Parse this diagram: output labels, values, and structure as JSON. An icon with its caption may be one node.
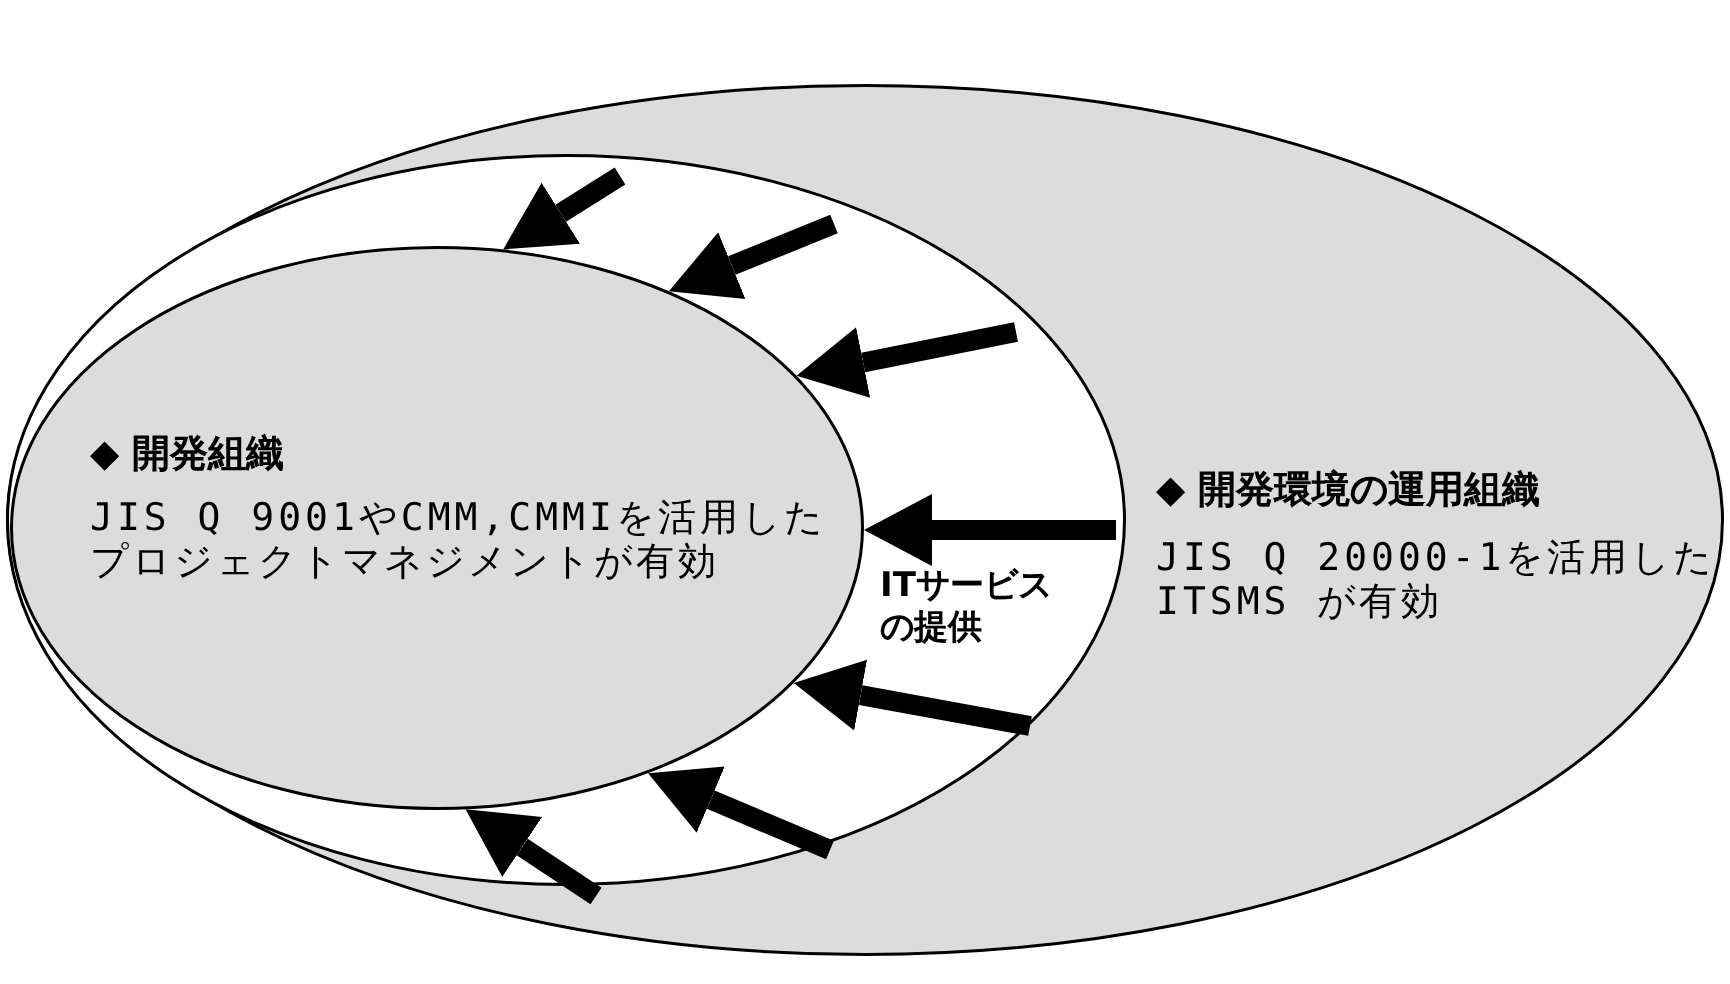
{
  "diagram": {
    "nodes": [
      {
        "text": [
          "◆ 開発環境の運用組織",
          "JIS Q 20000-1を活用したITSMS が有効"
        ]
      },
      {
        "text": [],
        "shape": "ellipse",
        "in": 0
      },
      {
        "text": [
          "◆ 開発組織",
          "JIS Q 9001やCMM,CMMIを活用したプロジェクトマネジメントが有効"
        ],
        "in": 1
      }
    ],
    "edges": [
      {
        "from": null,
        "to": 2,
        "arrow": "to"
      },
      {
        "from": null,
        "to": 2,
        "arrow": "to"
      },
      {
        "from": null,
        "to": 2,
        "arrow": "to"
      },
      {
        "from": null,
        "to": 2,
        "arrow": "to"
      },
      {
        "from": null,
        "to": 2,
        "arrow": "to",
        "label": "ITサービスの提供"
      },
      {
        "from": null,
        "to": 2,
        "arrow": "to"
      },
      {
        "from": null,
        "to": 2,
        "arrow": "to"
      }
    ]
  }
}
